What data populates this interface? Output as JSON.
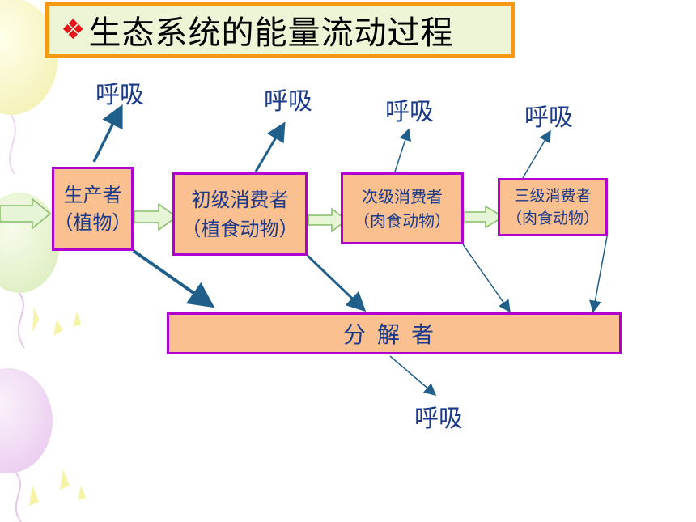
{
  "title": {
    "bullet": "❖",
    "text": "生态系统的能量流动过程"
  },
  "nodes": {
    "producer": {
      "line1": "生产者",
      "line2": "（植物）"
    },
    "primary": {
      "line1": "初级消费者",
      "line2": "（植食动物）"
    },
    "secondary": {
      "line1": "次级消费者",
      "line2": "（肉食动物）"
    },
    "tertiary": {
      "line1": "三级消费者",
      "line2": "（肉食动物）"
    },
    "decomposer": "分解者"
  },
  "respiration": {
    "r1": "呼吸",
    "r2": "呼吸",
    "r3": "呼吸",
    "r4": "呼吸",
    "r5": "呼吸"
  },
  "colors": {
    "title_border": "#f59a10",
    "title_bg": "#eef5d6",
    "bullet": "#e8141a",
    "node_fill": "#fac090",
    "node_border": "#b000d0",
    "text_blue": "#1b3a8a",
    "arrow_blue": "#1f5f8a",
    "flow_arrow_fill": "#e6f5d5",
    "flow_arrow_stroke": "#86bd6a"
  }
}
